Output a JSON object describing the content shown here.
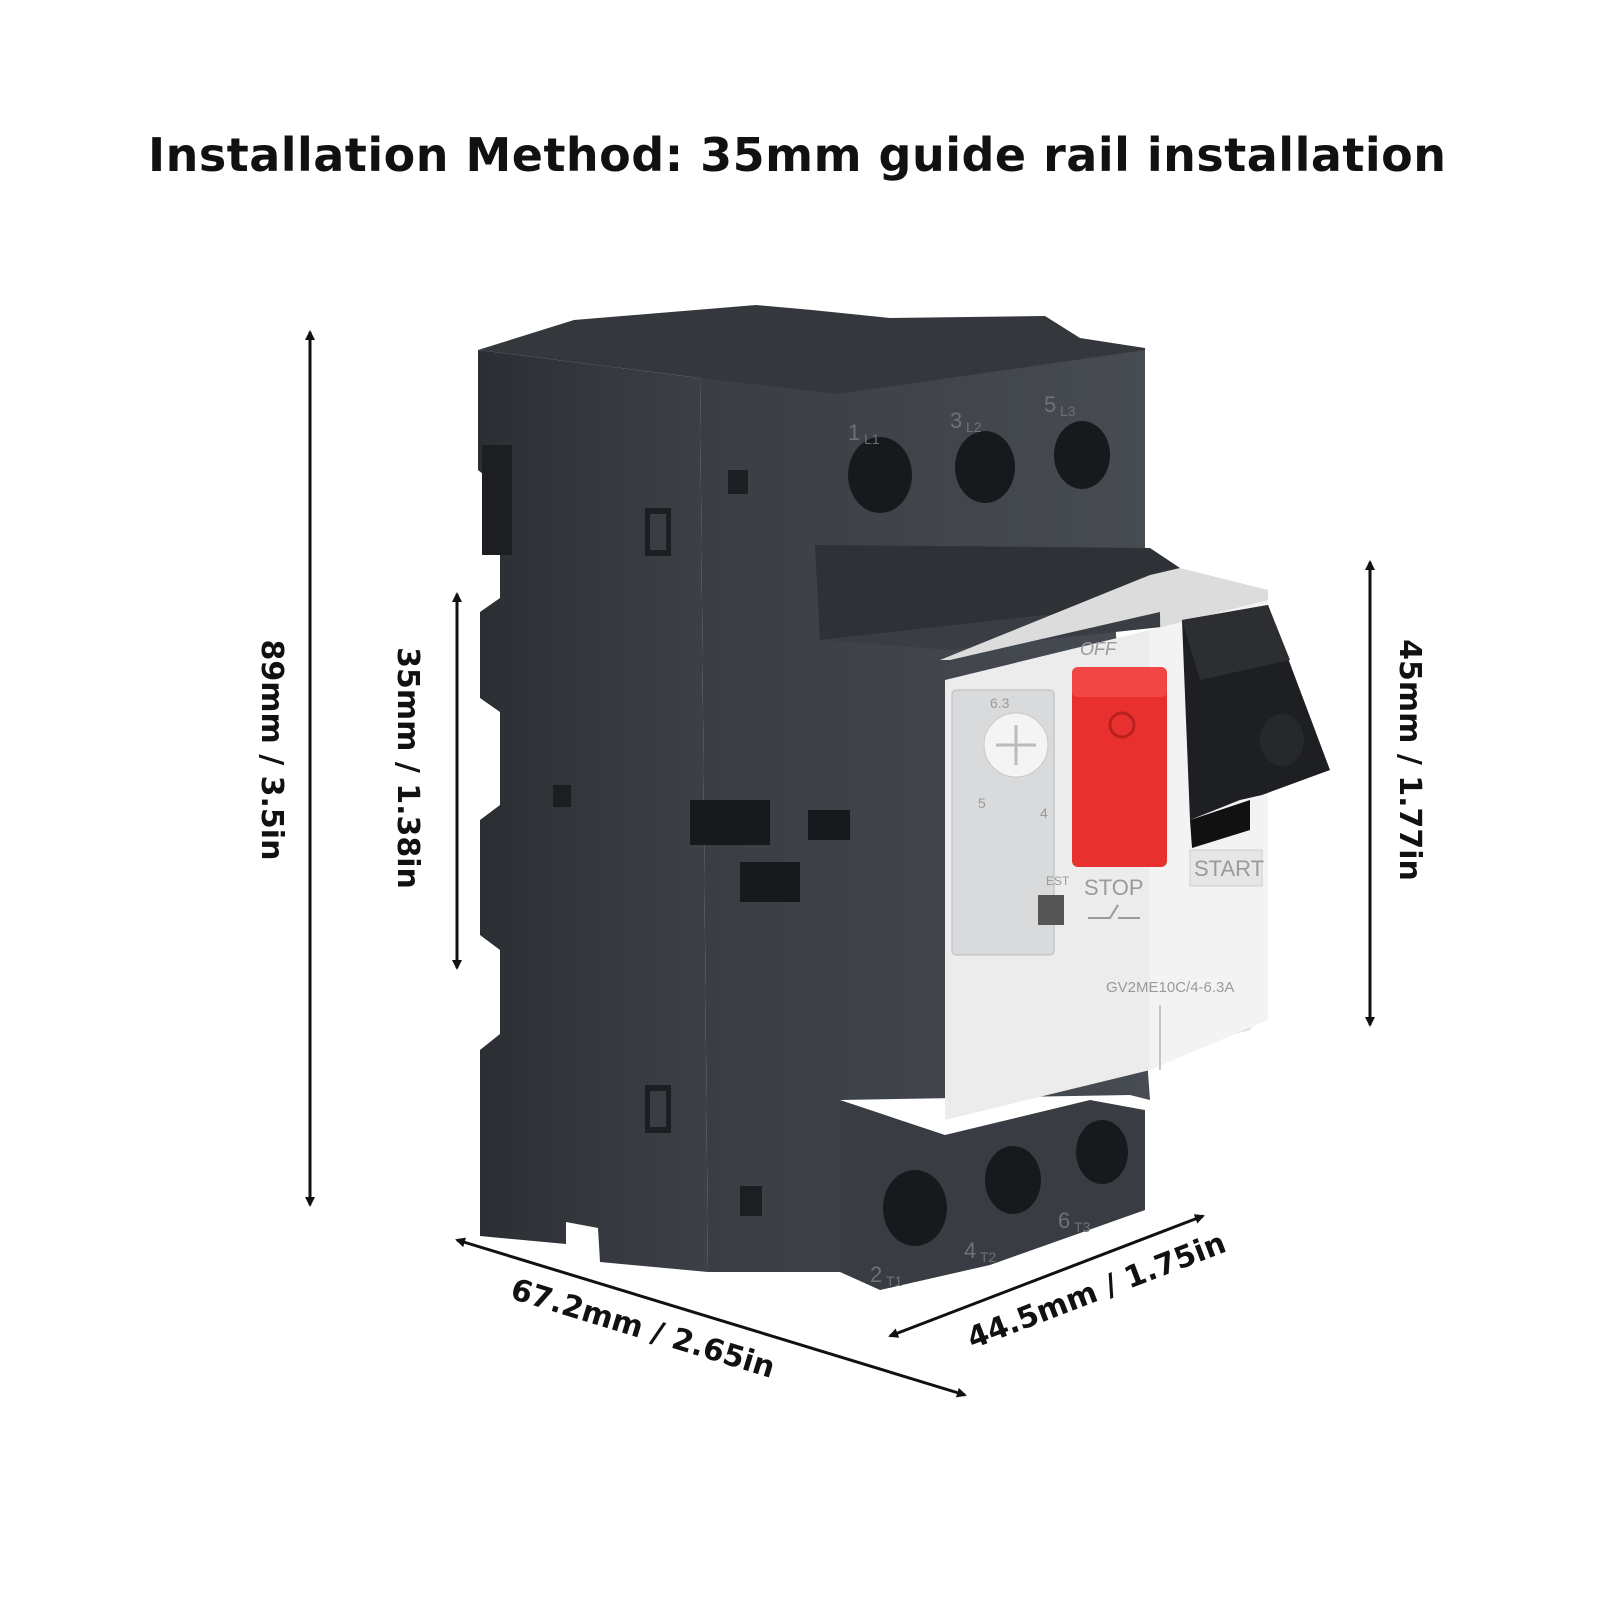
{
  "headline": "Installation Method: 35mm guide rail installation",
  "dimensions": {
    "height_total": "89mm / 3.5in",
    "rail_height": "35mm / 1.38in",
    "front_height": "45mm / 1.77in",
    "depth": "67.2mm / 2.65in",
    "width": "44.5mm / 1.75in"
  },
  "device_markings": {
    "top_terminals": [
      "1",
      "L1",
      "3",
      "L2",
      "5",
      "L3"
    ],
    "bottom_terminals": [
      "2",
      "T1",
      "4",
      "T2",
      "6",
      "T3"
    ],
    "off_label": "OFF",
    "stop_label": "STOP",
    "start_label": "START",
    "model": "GV2ME10C/4-6.3A",
    "test_label": "EST",
    "dial_marks": [
      "6.3",
      "5",
      "4"
    ]
  },
  "colors": {
    "housing": "#3b3f45",
    "housing_side": "#2e3136",
    "faceplate": "#e9e9e9",
    "stop_button": "#e8302f",
    "start_button": "#1e1f22",
    "arrow": "#111111"
  }
}
